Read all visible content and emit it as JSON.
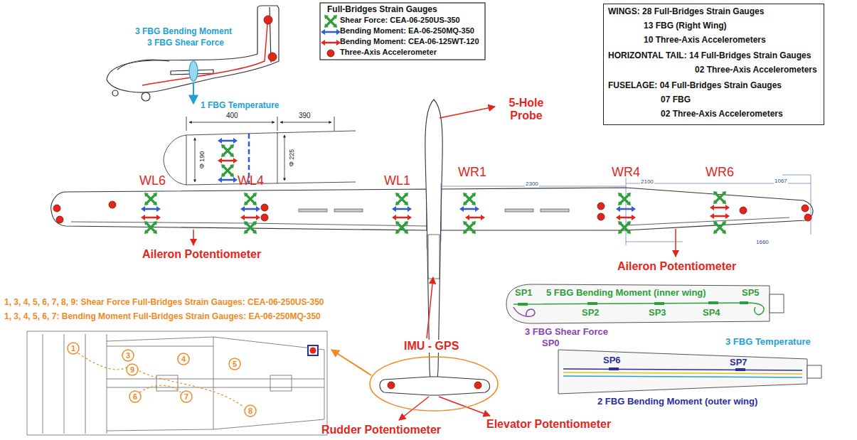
{
  "diagram": {
    "nodes": [
      {
        "text": [
          "WINGS: 28 Full-Bridges Strain Gauges",
          "13 FBG (Right Wing)",
          "10 Three-Axis Accelerometers",
          "HORIZONTAL TAIL: 14 Full-Bridges Strain Gauges",
          "02 Three-Axis Accelerometers",
          "FUSELAGE: 04 Full-Bridges Strain Gauges",
          "07 FBG",
          "02 Three-Axis Accelerometers"
        ]
      }
    ],
    "labels": [
      "Full-Bridges Strain Gauges",
      "3 FBG Bending Moment",
      "3 FBG Shear Force",
      "1 FBG Temperature",
      "400",
      "390",
      "Φ 190",
      "Φ 225",
      "WL6",
      "WL4",
      "WL1",
      "WR1",
      "WR4",
      "WR6",
      "5-Hole Probe",
      "Aileron Potentiometer",
      "Aileron Potentiometer",
      "1, 3, 4, 5, 6, 7, 8, 9: Shear Force Full-Bridges Strain Gauges: CEA-06-250US-350",
      "1, 3, 4, 5, 6, 7: Bending Moment Full-Bridges Strain Gauges: EA-06-250MQ-350",
      "IMU - GPS",
      "Rudder Potentiometer",
      "Elevator Potentiometer",
      "SP1",
      "5 FBG Bending Moment (inner wing)",
      "SP5",
      "SP2",
      "SP3",
      "SP4",
      "3 FBG Shear Force",
      "SP0",
      "3 FBG Temperature",
      "SP6",
      "SP7",
      "2 FBG Bending Moment (outer wing)",
      "1",
      "3",
      "4",
      "5",
      "9",
      "6",
      "7",
      "8",
      "2300",
      "2100",
      "1660",
      "1067"
    ],
    "legend": [
      {
        "text": "Shear Force: CEA-06-250US-350"
      },
      {
        "text": "Bending Moment: EA-06-250MQ-350"
      },
      {
        "text": "Bending Moment: CEA-06-125WT-120"
      },
      {
        "text": "Three-Axis Accelerometer"
      }
    ]
  }
}
